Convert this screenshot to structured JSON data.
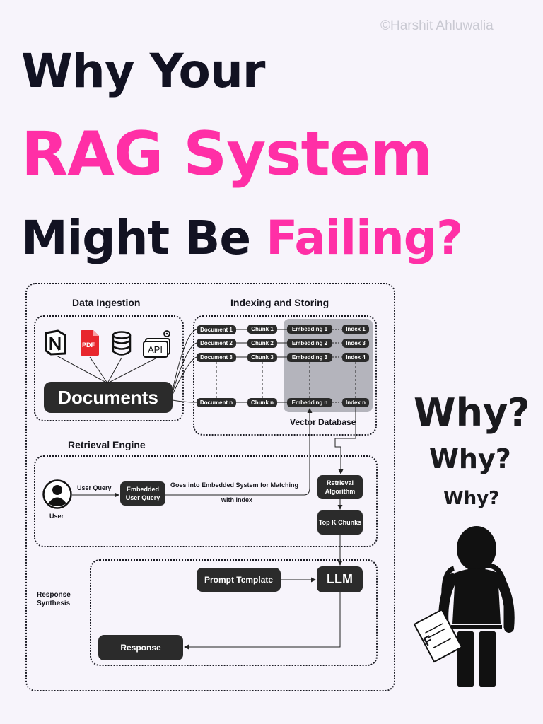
{
  "watermark": "©Harshit Ahluwalia",
  "headline": {
    "line1": "Why Your",
    "line2": "RAG System",
    "line3_dark": "Might Be",
    "line3_pink": "Failing?"
  },
  "diagram": {
    "data_ingestion": {
      "title": "Data Ingestion",
      "icons": [
        "notion-icon",
        "pdf-icon",
        "database-icon",
        "api-icon"
      ],
      "pdf_label": "PDF",
      "api_label": "API",
      "documents_label": "Documents"
    },
    "indexing": {
      "title": "Indexing and Storing",
      "documents": [
        "Document 1",
        "Document 2",
        "Document 3",
        "Document n"
      ],
      "chunks": [
        "Chunk 1",
        "Chunk 2",
        "Chunk 3",
        "Chunk n"
      ],
      "embeddings": [
        "Embedding 1",
        "Embedding 2",
        "Embedding 3",
        "Embedding n"
      ],
      "indexes": [
        "Index 1",
        "Index 3",
        "Index 4",
        "Index n"
      ],
      "vector_db_label": "Vector Database"
    },
    "retrieval": {
      "title": "Retrieval Engine",
      "user_label": "User",
      "user_query_label": "User Query",
      "embedded_query": "Embedded User Query",
      "match_label_1": "Goes into Embedded System for Matching",
      "match_label_2": "with index",
      "retrieval_algorithm": "Retrieval Algorithm",
      "top_k": "Top K Chunks"
    },
    "synthesis": {
      "title": "Response Synthesis",
      "prompt_template": "Prompt Template",
      "llm": "LLM",
      "response": "Response"
    }
  },
  "side": {
    "why_large": "Why?",
    "why_medium": "Why?",
    "why_small": "Why?",
    "paper_mark": "F"
  },
  "colors": {
    "accent_pink": "#ff2fa6",
    "dark": "#121222",
    "pill": "#2b2b2b",
    "vector_db": "#b4b4bc",
    "background": "#f7f4fb"
  }
}
